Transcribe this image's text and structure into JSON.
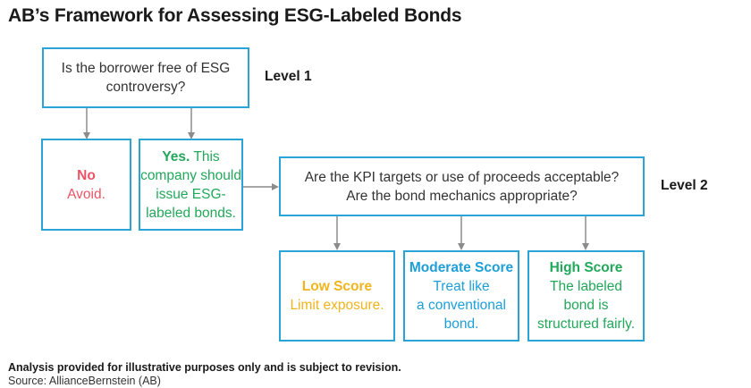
{
  "title": "AB’s Framework for Assessing ESG-Labeled Bonds",
  "level1": {
    "label": "Level 1",
    "question_line1": "Is the borrower free of ESG",
    "question_line2": "controversy?"
  },
  "no_box": {
    "heading": "No",
    "text": "Avoid."
  },
  "yes_box": {
    "heading": "Yes.",
    "line1_rest": " This",
    "line2": "company should",
    "line3": "issue ESG-",
    "line4": "labeled bonds."
  },
  "level2": {
    "label": "Level 2",
    "question_line1": "Are the KPI targets or use of proceeds acceptable?",
    "question_line2": "Are the bond mechanics appropriate?"
  },
  "low_score": {
    "heading": "Low Score",
    "text": "Limit exposure."
  },
  "moderate_score": {
    "heading": "Moderate Score",
    "line1": "Treat like",
    "line2": "a conventional",
    "line3": "bond."
  },
  "high_score": {
    "heading": "High Score",
    "line1": "The labeled",
    "line2": "bond is",
    "line3": "structured fairly."
  },
  "footnote": "Analysis provided for illustrative purposes only and is subject to revision.",
  "source": "Source: AllianceBernstein (AB)",
  "colors": {
    "box_border": "#2aa3d6",
    "no": "#ec5466",
    "yes": "#21a85a",
    "low": "#f2b41c",
    "moderate": "#1d9fd8",
    "high": "#21a85a",
    "arrow": "#8c8c8c"
  }
}
